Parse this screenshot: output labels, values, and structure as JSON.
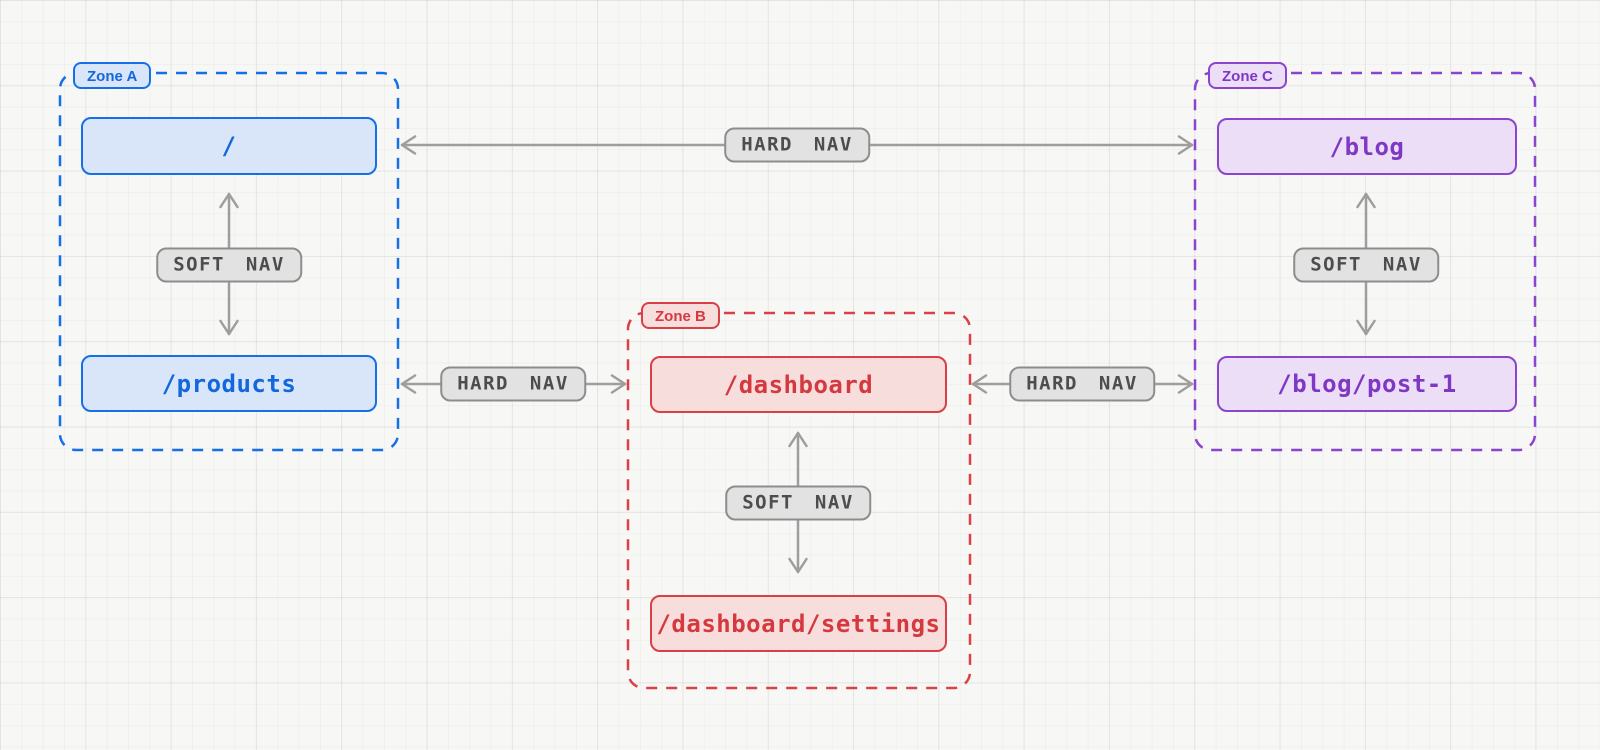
{
  "zones": [
    {
      "id": "A",
      "label": "Zone A",
      "color": "#1570e8",
      "routes": [
        "/",
        "/products"
      ]
    },
    {
      "id": "B",
      "label": "Zone B",
      "color": "#d84045",
      "routes": [
        "/dashboard",
        "/dashboard/settings"
      ]
    },
    {
      "id": "C",
      "label": "Zone C",
      "color": "#8a44cd",
      "routes": [
        "/blog",
        "/blog/post-1"
      ]
    }
  ],
  "nav_badges": {
    "soft": "SOFT NAV",
    "hard": "HARD NAV"
  },
  "edges": [
    {
      "type": "HARD NAV",
      "from": "/",
      "to": "/blog"
    },
    {
      "type": "SOFT NAV",
      "from": "/",
      "to": "/products"
    },
    {
      "type": "HARD NAV",
      "from": "/products",
      "to": "/dashboard"
    },
    {
      "type": "SOFT NAV",
      "from": "/dashboard",
      "to": "/dashboard/settings"
    },
    {
      "type": "HARD NAV",
      "from": "/dashboard",
      "to": "/blog/post-1"
    },
    {
      "type": "SOFT NAV",
      "from": "/blog",
      "to": "/blog/post-1"
    }
  ],
  "colors": {
    "background": "#f7f7f5",
    "grid_line": "#ededea",
    "arrow_gray": "#9e9e9e",
    "badge_bg": "#e2e2e2",
    "badge_border": "#8d8d8d",
    "badge_text": "#4d4d4d",
    "zone_a_accent": "#1570e8",
    "zone_b_accent": "#d84045",
    "zone_c_accent": "#8a44cd"
  }
}
